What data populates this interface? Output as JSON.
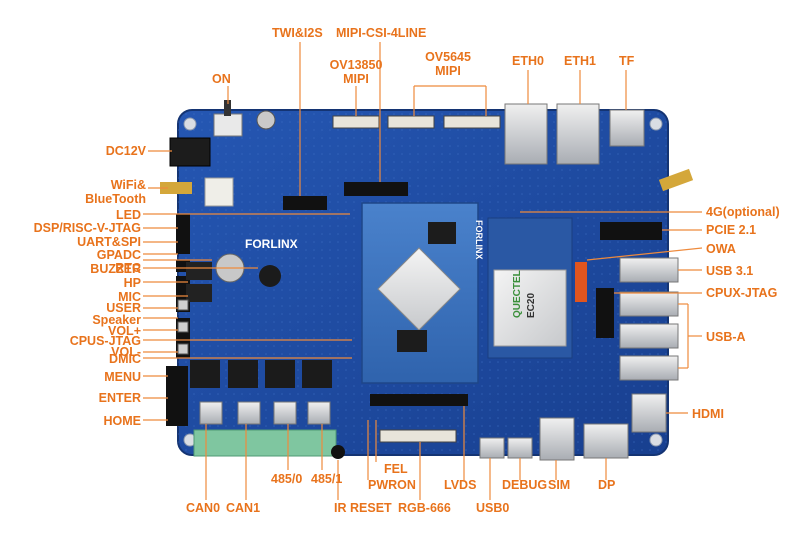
{
  "labels": {
    "on": "ON",
    "dc12v": "DC12V",
    "wifi_line1": "WiFi&",
    "wifi_line2": "BlueTooth",
    "led": "LED",
    "dsp_jtag": "DSP/RISC-V-JTAG",
    "uart_spi": "UART&SPI",
    "gpadc": "GPADC",
    "rtc": "RTC",
    "buzzer": "BUZZER",
    "hp": "HP",
    "mic": "MIC",
    "user": "USER",
    "speaker": "Speaker",
    "vol_plus": "VOL+",
    "cpus_jtag": "CPUS-JTAG",
    "vol_minus": "VOL-",
    "dmic": "DMIC",
    "menu": "MENU",
    "enter": "ENTER",
    "home": "HOME",
    "twi_i2s": "TWI&I2S",
    "mipi_csi": "MIPI-CSI-4LINE",
    "ov13850_line1": "OV13850",
    "ov13850_line2": "MIPI",
    "ov5645_line1": "OV5645",
    "ov5645_line2": "MIPI",
    "eth0": "ETH0",
    "eth1": "ETH1",
    "tf": "TF",
    "4g": "4G(optional)",
    "pcie": "PCIE 2.1",
    "owa": "OWA",
    "usb31": "USB 3.1",
    "cpux_jtag": "CPUX-JTAG",
    "usb_a": "USB-A",
    "hdmi": "HDMI",
    "can0": "CAN0",
    "can1": "CAN1",
    "rs485_0": "485/0",
    "rs485_1": "485/1",
    "fel": "FEL",
    "pwron": "PWRON",
    "ir": "IR",
    "reset": "RESET",
    "rgb666": "RGB-666",
    "lvds": "LVDS",
    "usb0": "USB0",
    "debug": "DEBUG",
    "sim": "SIM",
    "dp": "DP"
  },
  "board": {
    "logo_text": "FORLINX",
    "module_logo_text": "FORLINX",
    "lte_module_brand": "QUECTEL",
    "lte_module_model": "EC20"
  },
  "colors": {
    "label": "#e8731c",
    "leader": "#ee8a3c",
    "pcb": "#1f4fa8",
    "som": "#3a72c0"
  }
}
